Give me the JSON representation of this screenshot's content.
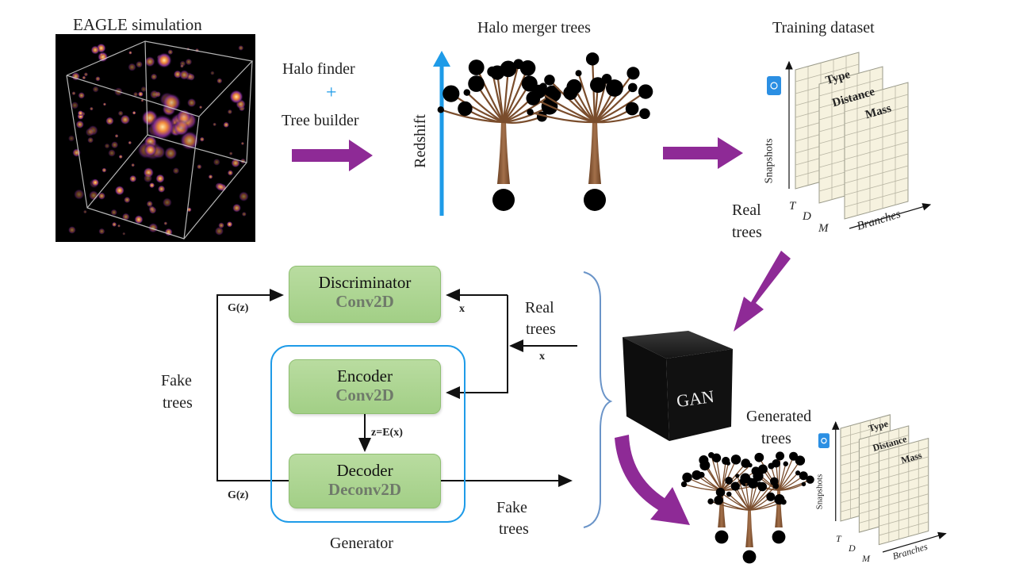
{
  "top": {
    "simulation_title": "EAGLE simulation",
    "halo_finder": "Halo finder",
    "plus": "+",
    "tree_builder": "Tree builder",
    "merger_trees_title": "Halo merger trees",
    "redshift_label": "Redshift",
    "training_title": "Training dataset",
    "real_trees": [
      "Real",
      "trees"
    ]
  },
  "dataset_cube": {
    "layers": [
      "Type",
      "Distance",
      "Mass"
    ],
    "layer_axis_letters": [
      "T",
      "D",
      "M"
    ],
    "y_axis": "Snapshots",
    "x_axis": "Branches"
  },
  "gan": {
    "cube_label": "GAN",
    "generated_trees": [
      "Generated",
      "trees"
    ]
  },
  "network": {
    "discriminator": {
      "name": "Discriminator",
      "layer": "Conv2D"
    },
    "encoder": {
      "name": "Encoder",
      "layer": "Conv2D"
    },
    "decoder": {
      "name": "Decoder",
      "layer": "Deconv2D"
    },
    "generator_label": "Generator",
    "gz_top": "G(z)",
    "gz_bottom": "G(z)",
    "x_disc": "x",
    "x_input": "x",
    "z_label": "z=E(x)",
    "real_trees": [
      "Real",
      "trees"
    ],
    "fake_trees_left": [
      "Fake",
      "trees"
    ],
    "fake_trees_right": [
      "Fake",
      "trees"
    ]
  },
  "colors": {
    "purple_arrow": "#8e2a96",
    "blue": "#1e9be8",
    "box_green": "#a8d28d",
    "tree_brown": "#8a5a35",
    "grid_fill": "#f6f2df"
  }
}
